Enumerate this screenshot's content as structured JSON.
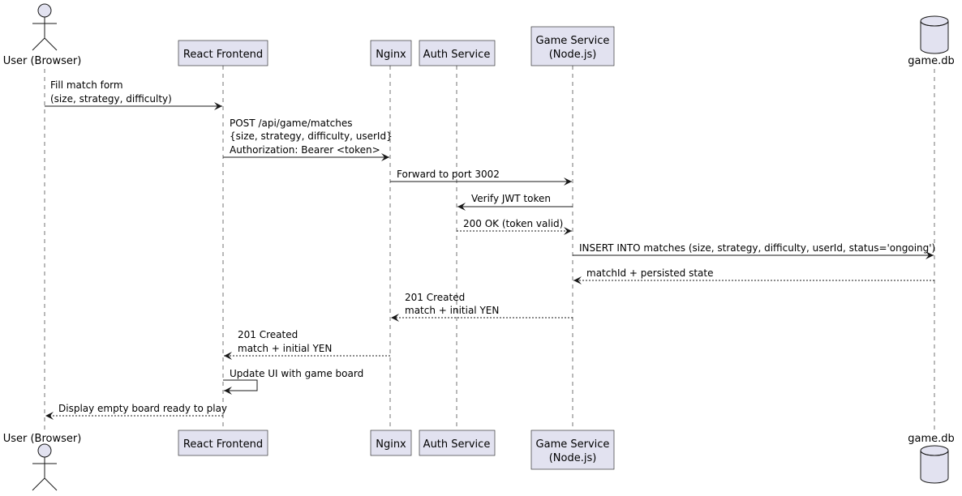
{
  "participants": [
    {
      "id": "user",
      "type": "actor",
      "lines": [
        "User (Browser)"
      ]
    },
    {
      "id": "react",
      "type": "box",
      "lines": [
        "React Frontend"
      ]
    },
    {
      "id": "nginx",
      "type": "box",
      "lines": [
        "Nginx"
      ]
    },
    {
      "id": "auth",
      "type": "box",
      "lines": [
        "Auth Service"
      ]
    },
    {
      "id": "game",
      "type": "box",
      "lines": [
        "Game Service",
        "(Node.js)"
      ]
    },
    {
      "id": "db",
      "type": "database",
      "lines": [
        "game.db"
      ]
    }
  ],
  "messages": [
    {
      "from": "user",
      "to": "react",
      "style": "solid",
      "lines": [
        "Fill match form",
        "(size, strategy, difficulty)"
      ]
    },
    {
      "from": "react",
      "to": "nginx",
      "style": "solid",
      "lines": [
        "POST /api/game/matches",
        "{size, strategy, difficulty, userId}",
        "Authorization: Bearer <token>"
      ]
    },
    {
      "from": "nginx",
      "to": "game",
      "style": "solid",
      "lines": [
        "Forward to port 3002"
      ]
    },
    {
      "from": "game",
      "to": "auth",
      "style": "solid",
      "lines": [
        "Verify JWT token"
      ]
    },
    {
      "from": "auth",
      "to": "game",
      "style": "dashed",
      "lines": [
        "200 OK (token valid)"
      ]
    },
    {
      "from": "game",
      "to": "db",
      "style": "solid",
      "lines": [
        "INSERT INTO matches (size, strategy, difficulty, userId, status='ongoing')"
      ]
    },
    {
      "from": "db",
      "to": "game",
      "style": "dashed",
      "lines": [
        "matchId + persisted state"
      ]
    },
    {
      "from": "game",
      "to": "nginx",
      "style": "dashed",
      "lines": [
        "201 Created",
        "match + initial YEN"
      ]
    },
    {
      "from": "nginx",
      "to": "react",
      "style": "dashed",
      "lines": [
        "201 Created",
        "match + initial YEN"
      ]
    },
    {
      "from": "react",
      "to": "react",
      "style": "solid",
      "lines": [
        "Update UI with game board"
      ]
    },
    {
      "from": "react",
      "to": "user",
      "style": "dashed",
      "lines": [
        "Display empty board ready to play"
      ]
    }
  ]
}
